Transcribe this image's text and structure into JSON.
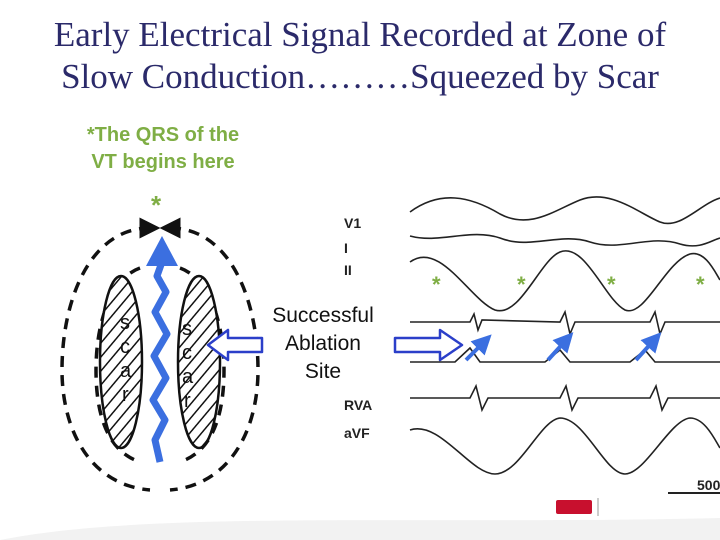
{
  "title": {
    "line1": "Early Electrical Signal Recorded at Zone of",
    "line2": "Slow Conduction………Squeezed by Scar"
  },
  "annotation": {
    "line1": "*The QRS of the",
    "line2": "VT begins here"
  },
  "asterisk": "*",
  "scar_left": [
    "s",
    "c",
    "a",
    "r"
  ],
  "scar_right": [
    "s",
    "c",
    "a",
    "r"
  ],
  "ablation": {
    "line1": "Successful",
    "line2": "Ablation",
    "line3": "Site"
  },
  "leads": [
    "V1",
    "I",
    "II",
    "RVA",
    "aVF"
  ],
  "scale_label": "500",
  "colors": {
    "title": "#2b2a6a",
    "annotation": "#7fae45",
    "arrow": "#3b6fe0",
    "footer": "#c8102e"
  }
}
